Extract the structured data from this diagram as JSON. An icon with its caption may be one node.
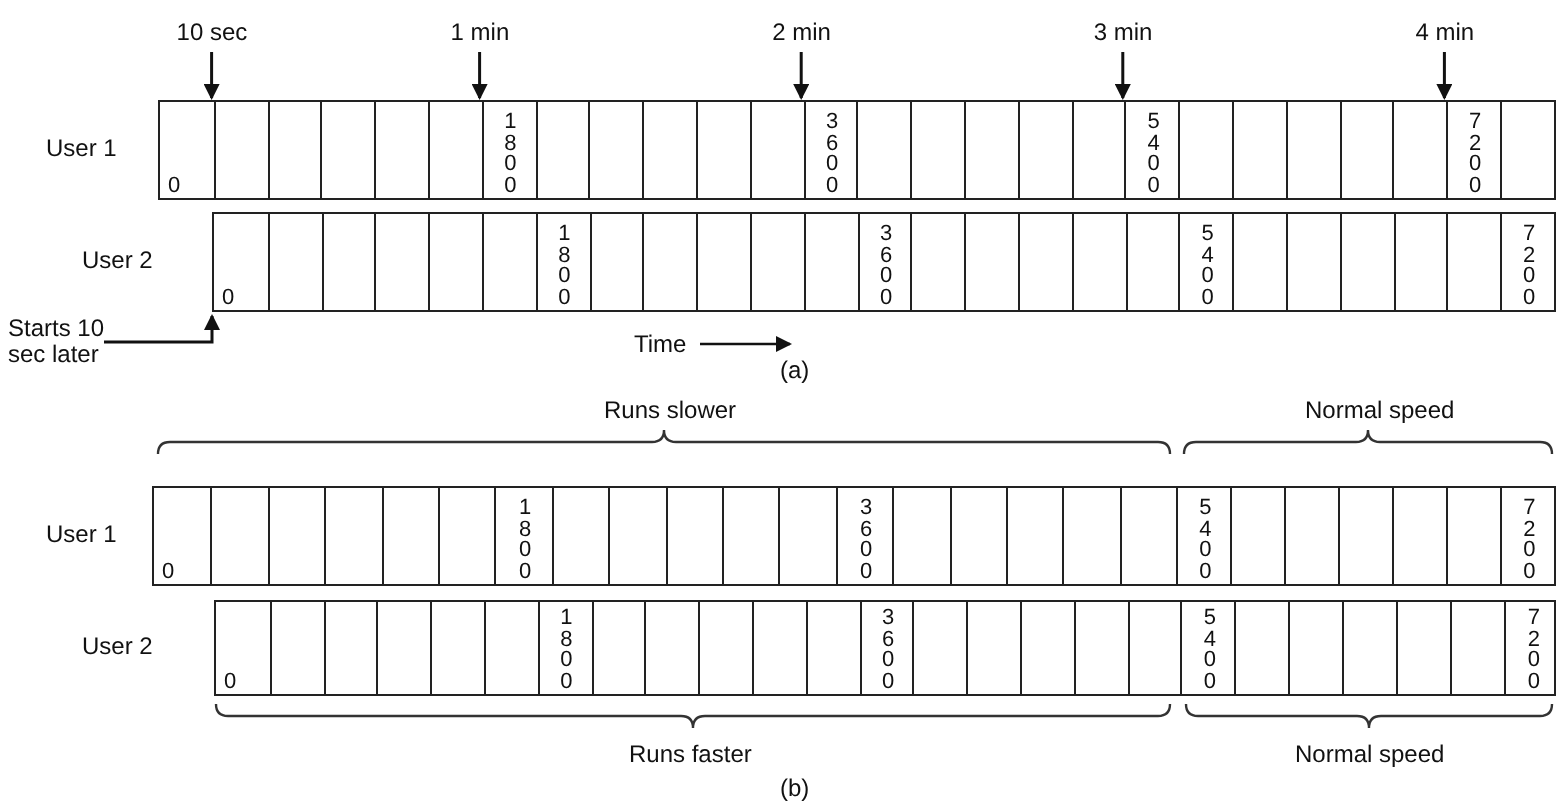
{
  "diagram": {
    "nodes": [
      {
        "text": [
          "10 sec"
        ]
      },
      {
        "text": [
          "1 min"
        ]
      },
      {
        "text": [
          "2 min"
        ]
      },
      {
        "text": [
          "3 min"
        ]
      },
      {
        "text": [
          "4 min"
        ]
      },
      {
        "text": [
          "0",
          "1800",
          "3600",
          "5400",
          "7200"
        ],
        "beside": [
          "User 1"
        ]
      },
      {
        "text": [
          "0",
          "1800",
          "3600",
          "5400",
          "7200"
        ],
        "beside": [
          "User 2"
        ]
      },
      {
        "text": [
          "Starts 10 sec later"
        ]
      },
      {
        "text": [
          "0",
          "1800",
          "3600",
          "5400",
          "7200"
        ],
        "beside": [
          "User 1"
        ]
      },
      {
        "text": [
          "0",
          "1800",
          "3600",
          "5400",
          "7200"
        ],
        "beside": [
          "User 2"
        ]
      }
    ],
    "edges": [
      {
        "from": 0,
        "to": 5,
        "arrow": "to"
      },
      {
        "from": 1,
        "to": 5,
        "arrow": "to"
      },
      {
        "from": 2,
        "to": 5,
        "arrow": "to"
      },
      {
        "from": 3,
        "to": 5,
        "arrow": "to"
      },
      {
        "from": 4,
        "to": 5,
        "arrow": "to"
      },
      {
        "from": 7,
        "to": 6,
        "arrow": "to"
      }
    ],
    "labels": [
      "Time",
      "(a)",
      "Runs slower",
      "Normal speed",
      "Runs faster",
      "Normal speed",
      "(b)"
    ]
  }
}
